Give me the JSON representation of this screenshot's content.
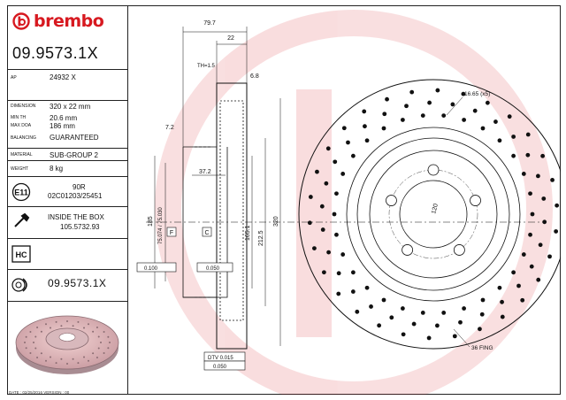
{
  "brand": {
    "name": "brembo",
    "color": "#d71920"
  },
  "part_number": "09.9573.1X",
  "specs": [
    {
      "label": "AP",
      "value": "24932 X"
    },
    {
      "label": "DIMENSION",
      "value": "320 x 22 mm"
    },
    {
      "label": "MIN TH",
      "value": "20.6 mm"
    },
    {
      "label": "MAX DOA",
      "value": "186 mm"
    },
    {
      "label": "BALANCING",
      "value": "GUARANTEED"
    },
    {
      "label": "MATERIAL",
      "value": "SUB-GROUP 2"
    },
    {
      "label": "WEIGHT",
      "value": "8 kg"
    }
  ],
  "approval": {
    "icon": "e11-approval-icon",
    "code": "E11",
    "line1": "90R",
    "line2": "02C01203/25451"
  },
  "box": {
    "icon": "bolt-icon",
    "line1": "INSIDE THE BOX",
    "line2": "105.5732.93"
  },
  "hc": {
    "icon": "hc-icon",
    "code": "HC"
  },
  "coated": {
    "icon": "coated-disc-icon",
    "part_number": "09.9573.1X"
  },
  "footer": "DATE : 02/25/2016 VERSION : 00",
  "dimensions": {
    "overall_height": "79.7",
    "thickness": "22",
    "th": "TH=1.5",
    "offset": "6.8",
    "hat_thickness": "7.2",
    "hat_depth": "37.2",
    "bore": "75.074 / 75.030",
    "d_185": "185",
    "d_165": "165.1",
    "d_212": "212.5",
    "d_320": "320",
    "hole": "16.65 (x5)",
    "pcd": "120",
    "holes_note": "36 FING",
    "tol_1": "0.100",
    "tol_2": "0.050",
    "dtv": "DTV 0.015",
    "flat": "0.050",
    "datum_f": "F",
    "datum_c": "C"
  }
}
